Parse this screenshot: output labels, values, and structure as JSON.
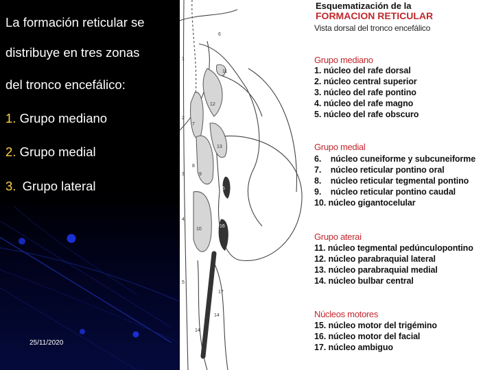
{
  "slide": {
    "paragraph": [
      "La formación reticular se",
      "distribuye en tres zonas",
      "del tronco encefálico:"
    ],
    "list": [
      {
        "num": "1.",
        "label": "Grupo mediano"
      },
      {
        "num": "2.",
        "label": "Grupo medial"
      },
      {
        "num": "3.",
        "label": "Grupo lateral"
      }
    ],
    "date": "25/11/2020"
  },
  "figure": {
    "title_line1": "Esquematización de la",
    "title_line2": "FORMACION RETICULAR",
    "subtitle": "Vista dorsal del tronco encefálico",
    "groups": [
      {
        "title": "Grupo mediano",
        "items": [
          "1. núcleo del rafe dorsal",
          "2. núcleo central superior",
          "3. núcleo del rafe pontino",
          "4. núcleo del rafe magno",
          "5. núcleo del rafe obscuro"
        ]
      },
      {
        "title": "Grupo medial",
        "items": [
          "6.    núcleo cuneiforme y subcuneiforme",
          "7.    núcleo reticular pontino oral",
          "8.    núcleo reticular tegmental pontino",
          "9.    núcleo reticular pontino caudal",
          "10. núcleo gigantocelular"
        ]
      },
      {
        "title": "Grupo aterai",
        "items": [
          "11. núcleo tegmental pedúnculopontino",
          "12. núcleo parabraquial lateral",
          "13. núcleo parabraquial medial",
          "14. núcleo bulbar central"
        ]
      },
      {
        "title": "Núcleos motores",
        "items": [
          "15. núcleo motor del trigémino",
          "16. núcleo motor del facial",
          "17. núcleo ambiguo"
        ]
      }
    ],
    "diagram_labels": [
      "6",
      "1",
      "11",
      "12",
      "2",
      "7",
      "13",
      "8",
      "9",
      "3",
      "15",
      "10",
      "16",
      "4",
      "5",
      "17",
      "14",
      "14"
    ]
  },
  "colors": {
    "accent_red": "#c2272d",
    "list_number": "#ffd24a",
    "bullet_blue": "#1a2fd6"
  }
}
